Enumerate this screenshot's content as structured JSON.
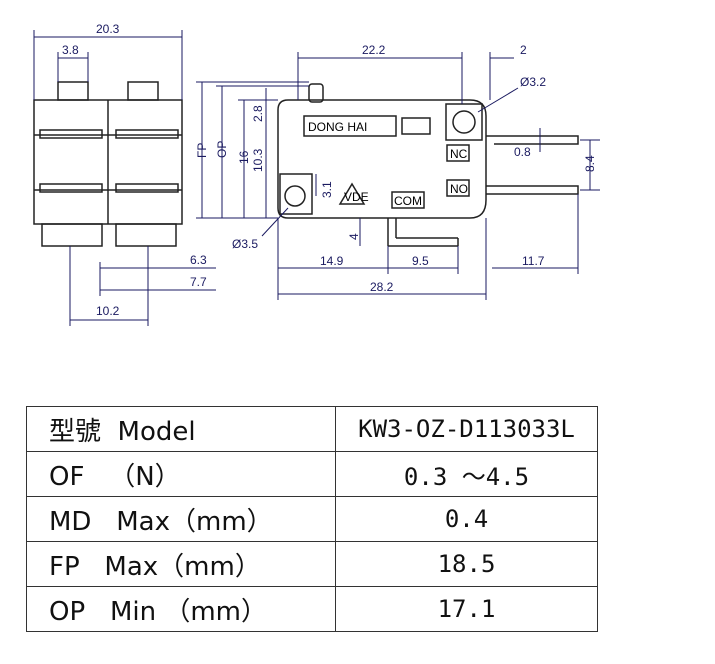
{
  "drawing": {
    "dims": {
      "total_width": "20.3",
      "inner_width": "3.8",
      "depth_a": "6.3",
      "depth_b": "7.7",
      "pitch": "10.2",
      "length_top": "22.2",
      "lever_offset": "2",
      "hole_top": "Ø3.2",
      "hole_bottom": "Ø3.5",
      "fp": "FP",
      "op": "OP",
      "h16": "16",
      "h10_3": "10.3",
      "h2_8": "2.8",
      "h3_1": "3.1",
      "h4": "4",
      "term_thick": "0.8",
      "term_gap": "8.4",
      "seg_14_9": "14.9",
      "seg_9_5": "9.5",
      "seg_11_7": "11.7",
      "total_length": "28.2"
    },
    "labels": {
      "brand": "DONG HAI",
      "nc": "NC",
      "no": "NO",
      "com": "COM",
      "cert": "VDE"
    }
  },
  "specs": {
    "rows": [
      {
        "label": "型號  Model",
        "value": "KW3-OZ-D113033L"
      },
      {
        "label": "OF   （N）",
        "value": "0.3 ～4.5"
      },
      {
        "label": "MD   Max（mm）",
        "value": "0.4"
      },
      {
        "label": "FP   Max（mm）",
        "value": "18.5"
      },
      {
        "label": "OP   Min （mm）",
        "value": "17.1"
      }
    ]
  }
}
